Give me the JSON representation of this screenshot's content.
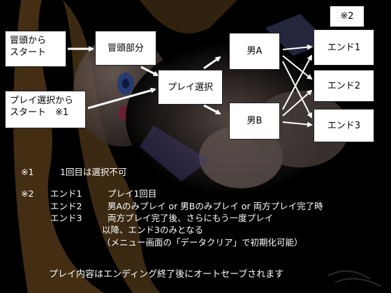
{
  "flow": {
    "start_box": {
      "line1": "冒頭から",
      "line2": "スタート"
    },
    "select_start_box": {
      "line1": "プレイ選択から",
      "line2": "スタート　※1"
    },
    "opening_box": "冒頭部分",
    "play_select_box": "プレイ選択",
    "man_a_box": "男A",
    "man_b_box": "男B",
    "end1_box": "エンド1",
    "end2_box": "エンド2",
    "end3_box": "エンド3",
    "note2_box": "※2"
  },
  "notes": {
    "note1": {
      "label": "※1",
      "text": "1回目は選択不可"
    },
    "note2": {
      "label": "※2",
      "rows": [
        {
          "ending": "エンド1",
          "text": "プレイ1回目"
        },
        {
          "ending": "エンド2",
          "text": "男Aのみプレイ or 男Bのみプレイ or 両方プレイ完了時"
        },
        {
          "ending": "エンド3",
          "text": "両方プレイ完了後、さらにもう一度プレイ"
        }
      ],
      "cont1": "以降、エンド3のみとなる",
      "cont2": "（メニュー画面の「データクリア」で初期化可能）"
    },
    "footer": "プレイ内容はエンディング終了後にオートセーブされます"
  }
}
